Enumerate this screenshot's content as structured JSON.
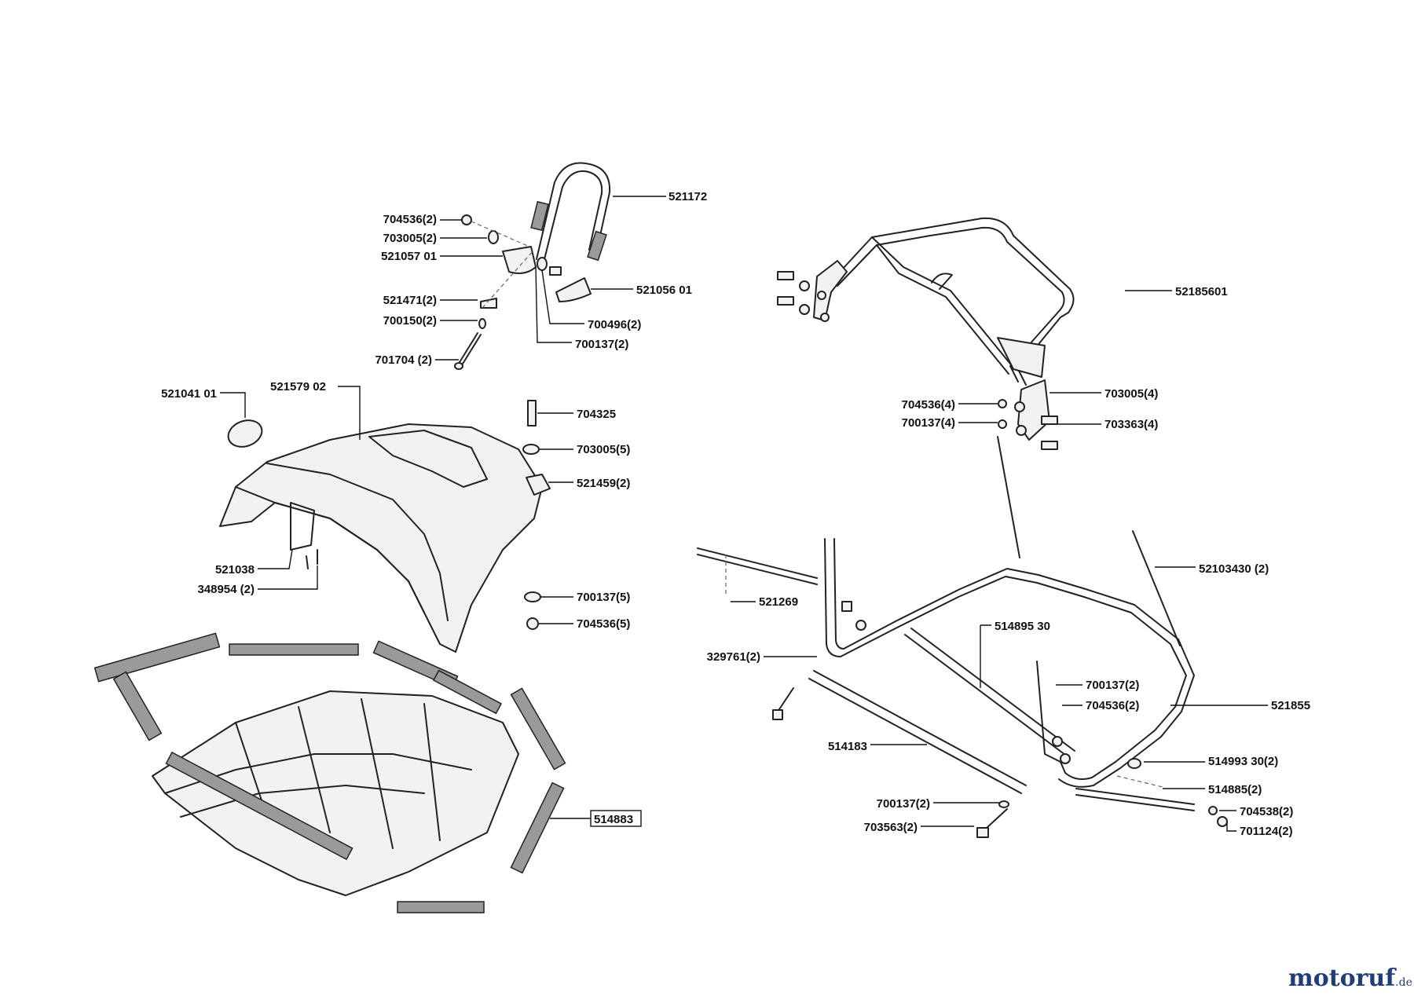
{
  "brand": {
    "name": "motoruf",
    "tld": ".de"
  },
  "labels": [
    {
      "id": "p521172",
      "text": "521172"
    },
    {
      "id": "p704536_2",
      "text": "704536(2)"
    },
    {
      "id": "p703005_2",
      "text": "703005(2)"
    },
    {
      "id": "p521057",
      "text": "521057 01"
    },
    {
      "id": "p521056",
      "text": "521056 01"
    },
    {
      "id": "p521471",
      "text": "521471(2)"
    },
    {
      "id": "p700150",
      "text": "700150(2)"
    },
    {
      "id": "p700496",
      "text": "700496(2)"
    },
    {
      "id": "p700137_2a",
      "text": "700137(2)"
    },
    {
      "id": "p701704",
      "text": "701704 (2)"
    },
    {
      "id": "p521041",
      "text": "521041  01"
    },
    {
      "id": "p521579",
      "text": "521579 02"
    },
    {
      "id": "p704325",
      "text": "704325"
    },
    {
      "id": "p703005_5",
      "text": "703005(5)"
    },
    {
      "id": "p521459",
      "text": "521459(2)"
    },
    {
      "id": "p521038",
      "text": "521038"
    },
    {
      "id": "p348954",
      "text": "348954 (2)"
    },
    {
      "id": "p700137_5",
      "text": "700137(5)"
    },
    {
      "id": "p704536_5",
      "text": "704536(5)"
    },
    {
      "id": "p514883",
      "text": "514883"
    },
    {
      "id": "p52185601",
      "text": "52185601"
    },
    {
      "id": "p704536_4",
      "text": "704536(4)"
    },
    {
      "id": "p700137_4",
      "text": "700137(4)"
    },
    {
      "id": "p703005_4",
      "text": "703005(4)"
    },
    {
      "id": "p703363",
      "text": "703363(4)"
    },
    {
      "id": "p52103430",
      "text": "52103430 (2)"
    },
    {
      "id": "p521269",
      "text": "521269"
    },
    {
      "id": "p514895",
      "text": "514895 30"
    },
    {
      "id": "p329761",
      "text": "329761(2)"
    },
    {
      "id": "p700137_2b",
      "text": "700137(2)"
    },
    {
      "id": "p704536_2b",
      "text": "704536(2)"
    },
    {
      "id": "p521855",
      "text": "521855"
    },
    {
      "id": "p514183",
      "text": "514183"
    },
    {
      "id": "p514993",
      "text": "514993 30(2)"
    },
    {
      "id": "p514885",
      "text": "514885(2)"
    },
    {
      "id": "p700137_2c",
      "text": "700137(2)"
    },
    {
      "id": "p704538",
      "text": "704538(2)"
    },
    {
      "id": "p703563",
      "text": "703563(2)"
    },
    {
      "id": "p701124",
      "text": "701124(2)"
    }
  ]
}
